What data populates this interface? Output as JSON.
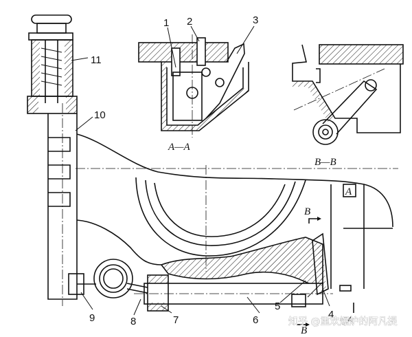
{
  "figure": {
    "part_labels": [
      "1",
      "2",
      "3",
      "4",
      "5",
      "6",
      "7",
      "8",
      "9",
      "10",
      "11"
    ],
    "section_titles": {
      "aa": "A—A",
      "bb": "B—B"
    },
    "section_markers": {
      "a_top": "A",
      "a_bottom": "A",
      "b_top": "B",
      "b_bottom": "B"
    },
    "watermark": "知乎 @重欢爆炉的阿凡提"
  },
  "colors": {
    "line": "#111111",
    "background": "#ffffff",
    "hatch": "#111111"
  }
}
